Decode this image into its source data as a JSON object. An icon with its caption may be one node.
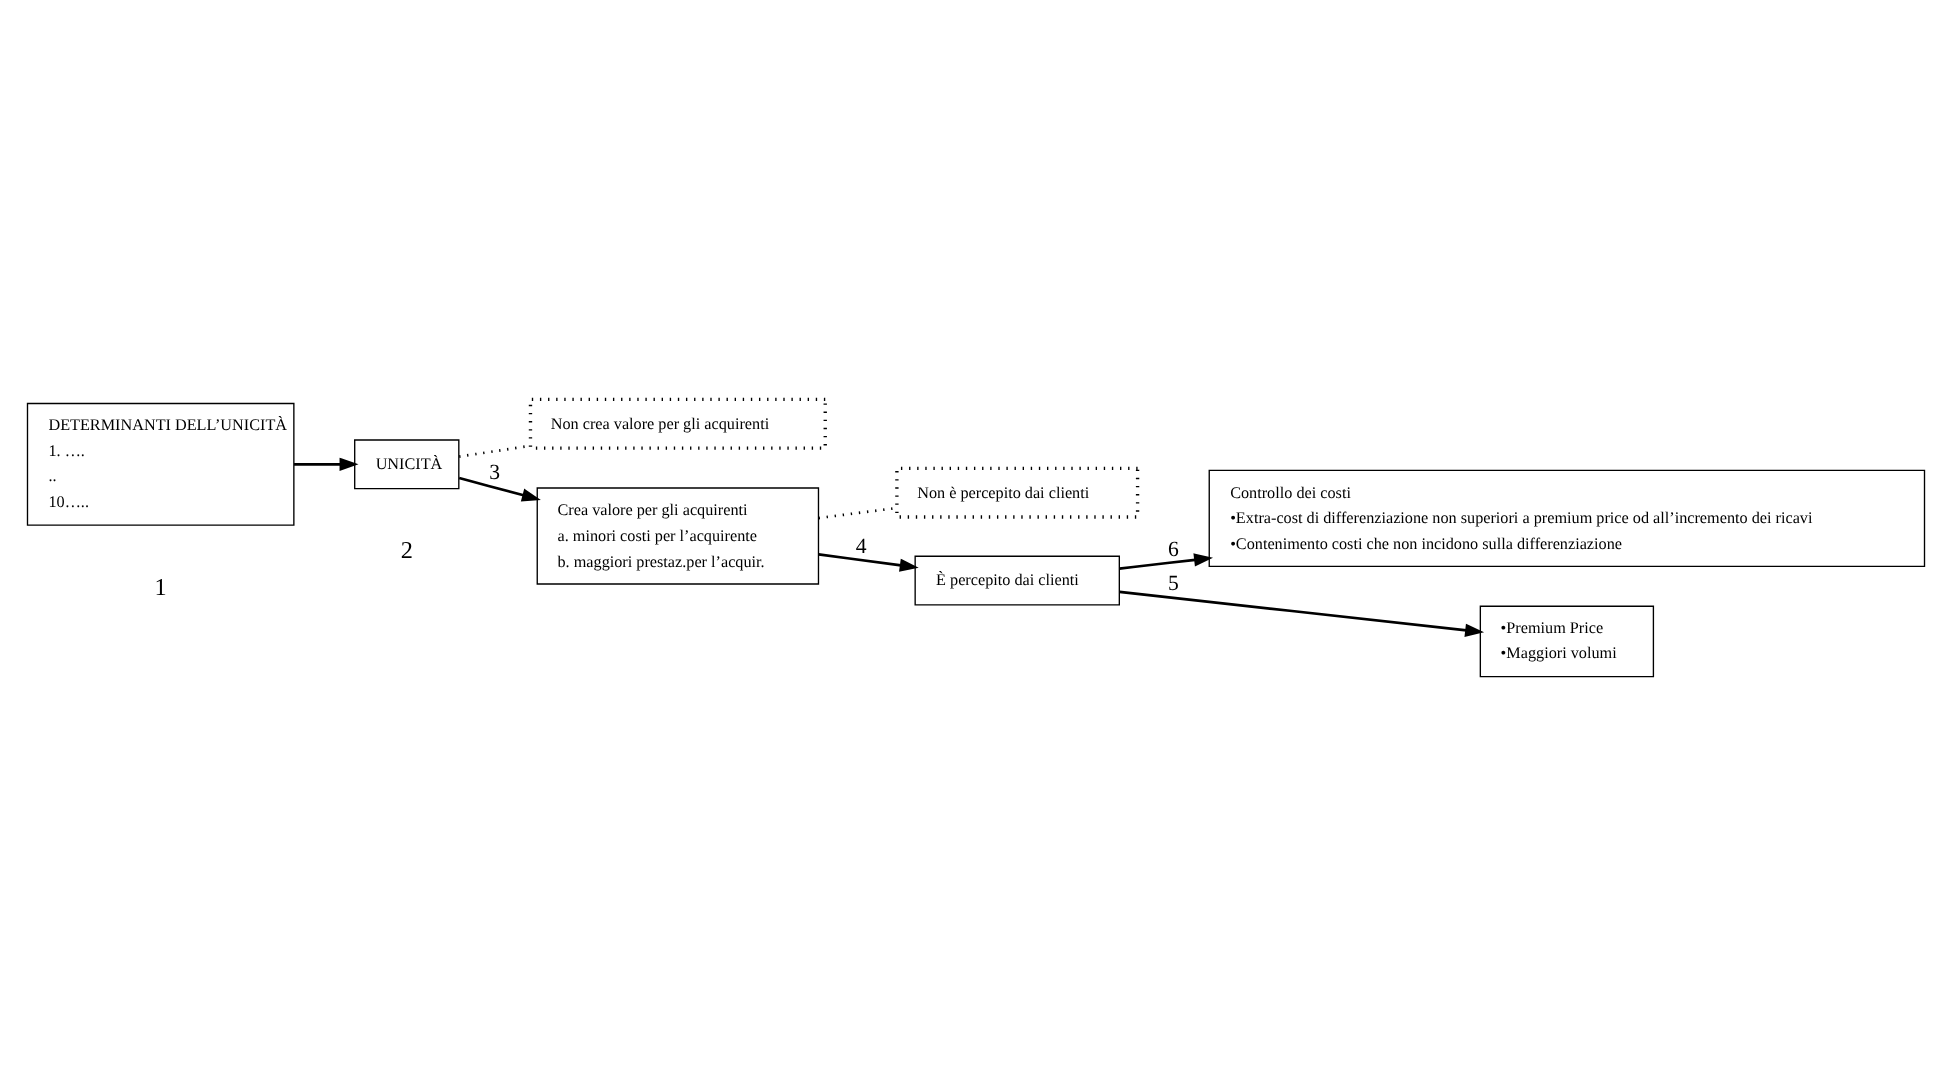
{
  "diagram": {
    "nodes": [
      {
        "text": [
          "DETERMINANTI DELL’UNICITÀ",
          "1. ….",
          "..",
          "10….."
        ],
        "beside": [
          "1"
        ]
      },
      {
        "text": [
          "UNICITÀ"
        ],
        "beside": [
          "2"
        ]
      },
      {
        "text": [
          "Non crea valore per gli acquirenti"
        ]
      },
      {
        "text": [
          "Crea valore per gli acquirenti",
          "a. minori costi per l’acquirente",
          "b. maggiori prestaz.per l’acquir."
        ]
      },
      {
        "text": [
          "Non è percepito dai clienti"
        ]
      },
      {
        "text": [
          "È percepito dai clienti"
        ]
      },
      {
        "text": [
          "Controllo dei costi",
          "•Extra-cost di differenziazione non superiori a premium price od all’incremento dei ricavi",
          "•Contenimento costi che non incidono sulla differenziazione"
        ]
      },
      {
        "text": [
          "•Premium Price",
          "•Maggiori volumi"
        ]
      }
    ],
    "edges": [
      {
        "from": 0,
        "to": 1,
        "arrow": "to"
      },
      {
        "from": 1,
        "to": 2,
        "arrow": "none",
        "style": "dashed"
      },
      {
        "from": 1,
        "to": 3,
        "arrow": "to",
        "label": "3"
      },
      {
        "from": 3,
        "to": 4,
        "arrow": "none",
        "style": "dashed"
      },
      {
        "from": 3,
        "to": 5,
        "arrow": "to",
        "label": "4"
      },
      {
        "from": 5,
        "to": 6,
        "arrow": "to",
        "label": "6"
      },
      {
        "from": 5,
        "to": 7,
        "arrow": "to",
        "label": "5"
      }
    ]
  }
}
